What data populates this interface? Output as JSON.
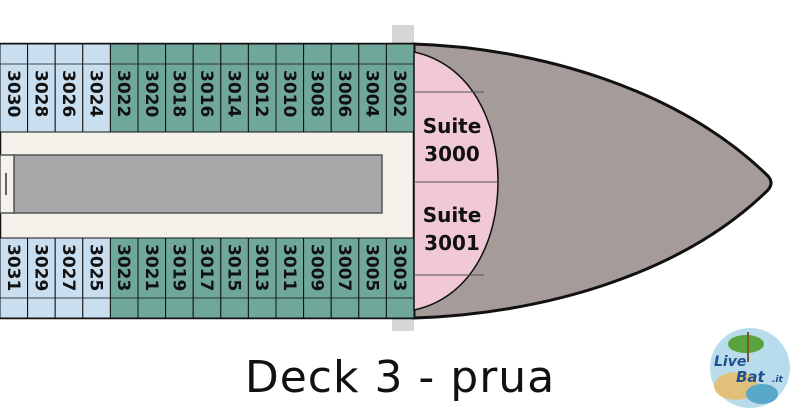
{
  "title": "Deck 3 - prua",
  "logo": {
    "text_live": "Live",
    "text_boat": "Bat",
    "text_tld": ".it"
  },
  "suites": [
    {
      "line1": "Suite",
      "line2": "3000"
    },
    {
      "line1": "Suite",
      "line2": "3001"
    }
  ],
  "cabins_top": [
    "3030",
    "3028",
    "3026",
    "3024",
    "3022",
    "3020",
    "3018",
    "3016",
    "3014",
    "3012",
    "3010",
    "3008",
    "3006",
    "3004",
    "3002"
  ],
  "cabins_bottom": [
    "3031",
    "3029",
    "3027",
    "3025",
    "3023",
    "3021",
    "3019",
    "3017",
    "3015",
    "3013",
    "3011",
    "3009",
    "3007",
    "3005",
    "3003"
  ],
  "colors": {
    "cabin_blue": "#c9dff0",
    "cabin_green": "#6fa79a",
    "suite_pink": "#f0c8d6",
    "corridor": "#f4f2ea",
    "core_gray": "#a9a9a9",
    "bow_gray": "#a59b98"
  }
}
